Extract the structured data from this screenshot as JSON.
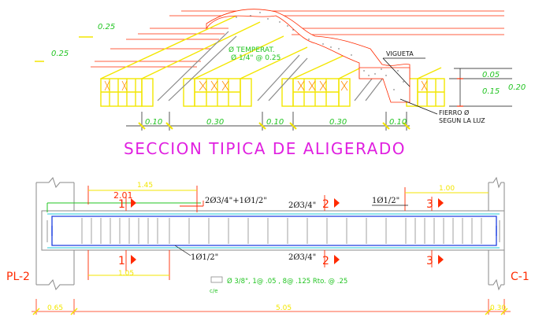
{
  "top_section": {
    "title": "SECCION TIPICA DE ALIGERADO",
    "dim_left_1": "0.25",
    "dim_left_2": "0.25",
    "temperature_label_1": "Ø TEMPERAT.",
    "temperature_label_2": "Ø 1/4\" @ 0.25",
    "vigueta_label": "VIGUETA",
    "fierro_label_1": "FIERRO Ø",
    "fierro_label_2": "SEGUN LA LUZ",
    "dim_right_1": "0.05",
    "dim_right_2": "0.15",
    "dim_right_total": "0.20",
    "bottom_dims": [
      "0.10",
      "0.30",
      "0.10",
      "0.30",
      "0.10"
    ]
  },
  "beam_section": {
    "dim_top_left": "1.45",
    "dim_top_left_inner": "2.01",
    "dim_top_right": "1.00",
    "top_bar_left": "2Ø3/4\"+1Ø1/2\"",
    "top_bar_mid": "2Ø3/4\"",
    "top_bar_right": "1Ø1/2\"",
    "bottom_bar_left": "1Ø1/2\"",
    "bottom_bar_mid": "2Ø3/4\"",
    "dim_bottom_left": "1.05",
    "stirrup_spec": "Ø 3/8\", 1@ .05 , 8@ .125 Rto. @ .25",
    "stirrup_sub": "c/e",
    "label_left": "PL-2",
    "label_right": "C-1",
    "dim_base_left": "0.65",
    "dim_base_mid": "5.05",
    "dim_base_right": "0.30",
    "section_marks": [
      "1",
      "2",
      "3"
    ]
  },
  "colors": {
    "yellow": "#f3e600",
    "magenta": "#e020e0",
    "red": "#ff2a00",
    "green": "#22c422",
    "black": "#111111",
    "grey": "#8a8a8a",
    "blue": "#1d3fe0",
    "cyan": "#20c8d8"
  }
}
